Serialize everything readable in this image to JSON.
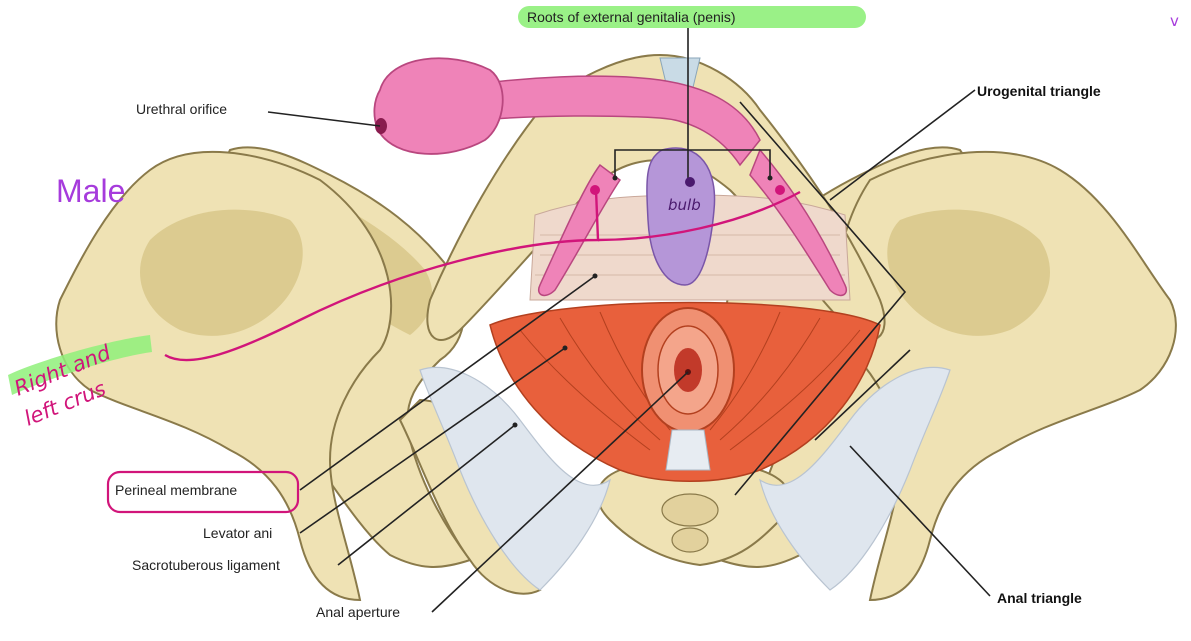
{
  "labels": {
    "roots": "Roots of external genitalia (penis)",
    "urethral_orifice": "Urethral orifice",
    "urogenital_triangle": "Urogenital triangle",
    "perineal_membrane": "Perineal membrane",
    "levator_ani": "Levator ani",
    "sacrotuberous_ligament": "Sacrotuberous ligament",
    "anal_aperture": "Anal aperture",
    "anal_triangle": "Anal triangle"
  },
  "annotations": {
    "male": "Male",
    "crus_line1": "Right and",
    "crus_line2": "left crus",
    "bulb": "bulb",
    "corner_mark": "v"
  },
  "colors": {
    "highlight": "#8ff07a",
    "ink_pink": "#d1157a",
    "ink_purple": "#4a1a6e",
    "male_purple": "#a63bdc",
    "bone": "#efe2b4",
    "muscle": "#e8603c",
    "penis": "#ef83b8",
    "bulb": "#b596d8",
    "membrane": "#efd9cc",
    "ligament": "#dfe6ee"
  }
}
